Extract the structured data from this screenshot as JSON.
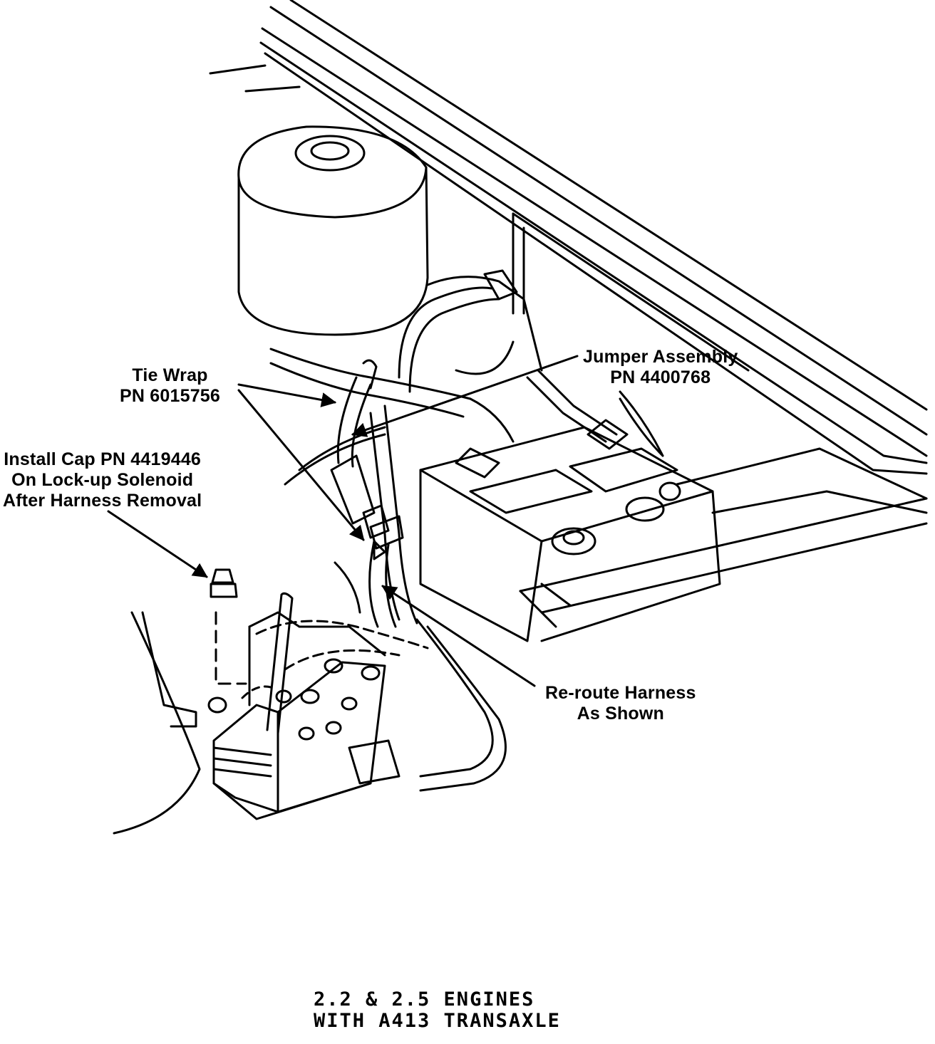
{
  "labels": {
    "tie_wrap": [
      "Tie Wrap",
      "PN 6015756"
    ],
    "jumper_assembly": [
      "Jumper Assembly",
      "PN 4400768"
    ],
    "install_cap": [
      "Install Cap PN 4419446",
      "On Lock-up Solenoid",
      "After Harness Removal"
    ],
    "reroute_harness": [
      "Re-route Harness",
      "As Shown"
    ]
  },
  "caption": [
    "2.2 & 2.5 ENGINES",
    "WITH A413 TRANSAXLE"
  ]
}
